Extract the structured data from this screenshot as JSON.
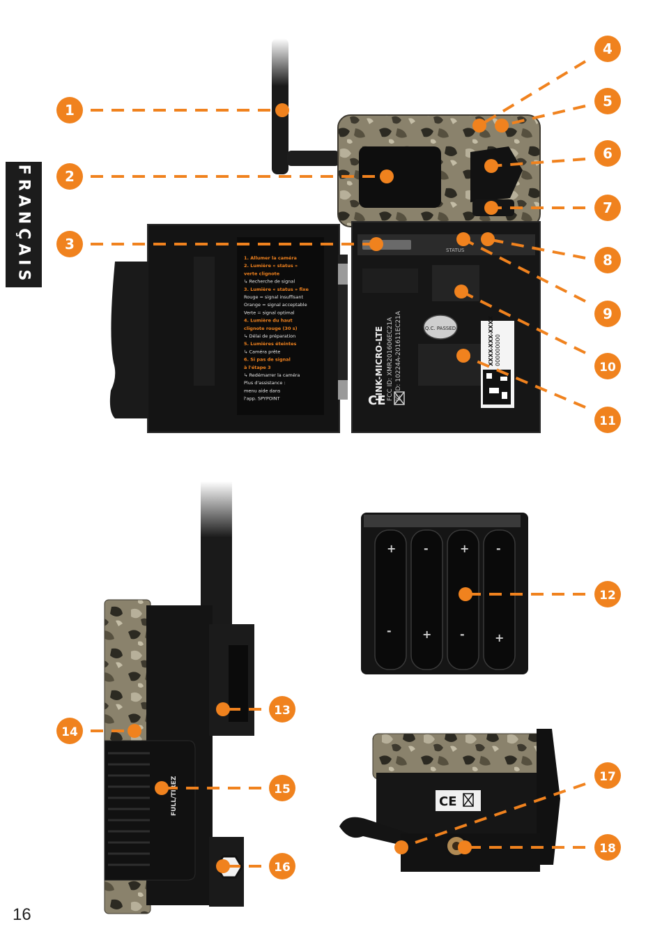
{
  "language_tab": "FRANÇAIS",
  "page_number": "16",
  "accent_color": "#f0821e",
  "callouts": [
    "1",
    "2",
    "3",
    "4",
    "5",
    "6",
    "7",
    "8",
    "9",
    "10",
    "11",
    "12",
    "13",
    "14",
    "15",
    "16",
    "17",
    "18"
  ],
  "camera_labels": {
    "model": "LINK-MICRO-LTE",
    "fcc": "FCC ID: XMR201606EC21A",
    "ic": "IC ID: 10224A-201611EC21A",
    "qc": "Q.C. PASSED",
    "serial": "XXXX-XXX-XXXX",
    "imei": "000000000",
    "ce": "CE",
    "status": "STATUS",
    "full_text": "FULL/TIREZ"
  },
  "door_instructions": [
    {
      "text": "1.  Allumer la caméra",
      "style": "orange"
    },
    {
      "text": "2.  Lumière « status »",
      "style": "orange"
    },
    {
      "text": "     verte clignote",
      "style": "orange"
    },
    {
      "text": "  ↳  Recherche de signal",
      "style": "white"
    },
    {
      "text": "3.  Lumière « status » fixe",
      "style": "orange"
    },
    {
      "text": "Rouge = signal insuffisant",
      "style": "white"
    },
    {
      "text": "Orange = signal acceptable",
      "style": "white"
    },
    {
      "text": "Verte = signal optimal",
      "style": "white"
    },
    {
      "text": "4.  Lumière du haut",
      "style": "orange"
    },
    {
      "text": "     clignote rouge (30 s)",
      "style": "orange"
    },
    {
      "text": "  ↳  Délai de préparation",
      "style": "white"
    },
    {
      "text": "5.  Lumières éteintes",
      "style": "orange"
    },
    {
      "text": "  ↳  Caméra prête",
      "style": "white"
    },
    {
      "text": "6.  Si pas de signal",
      "style": "orange"
    },
    {
      "text": "     à l'étape 3",
      "style": "orange"
    },
    {
      "text": "  ↳  Redémarrer la caméra",
      "style": "white"
    },
    {
      "text": "Plus d'assistance :",
      "style": "white"
    },
    {
      "text": "menu aide dans",
      "style": "white"
    },
    {
      "text": "l'app. SPYPOINT",
      "style": "white"
    }
  ]
}
